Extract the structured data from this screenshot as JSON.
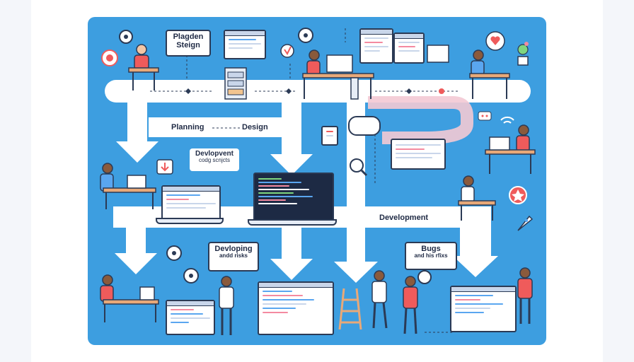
{
  "labels": {
    "plagden_stign": [
      "Plagden",
      "Steign"
    ],
    "planning": "Planning",
    "design": "Design",
    "devlopvent": [
      "Devlopvent",
      "codg scnjcts"
    ],
    "development": "Development",
    "devloping": [
      "Devloping",
      "andd risks"
    ],
    "bugs": [
      "Bugs",
      "and his rfixs"
    ]
  },
  "colors": {
    "board": "#3d9ee0",
    "arrow": "#ffffff",
    "outline": "#2b3a55",
    "accent_red": "#ef5b5b",
    "accent_pink": "#f48aa0",
    "code_blue": "#5aa6f0",
    "code_green": "#7fd67f"
  },
  "icons": [
    "gear-icon",
    "target-icon",
    "heart-icon",
    "plant-icon",
    "rocket-icon",
    "wifi-icon",
    "magnifier-icon",
    "ladder-icon",
    "star-badge-icon"
  ]
}
